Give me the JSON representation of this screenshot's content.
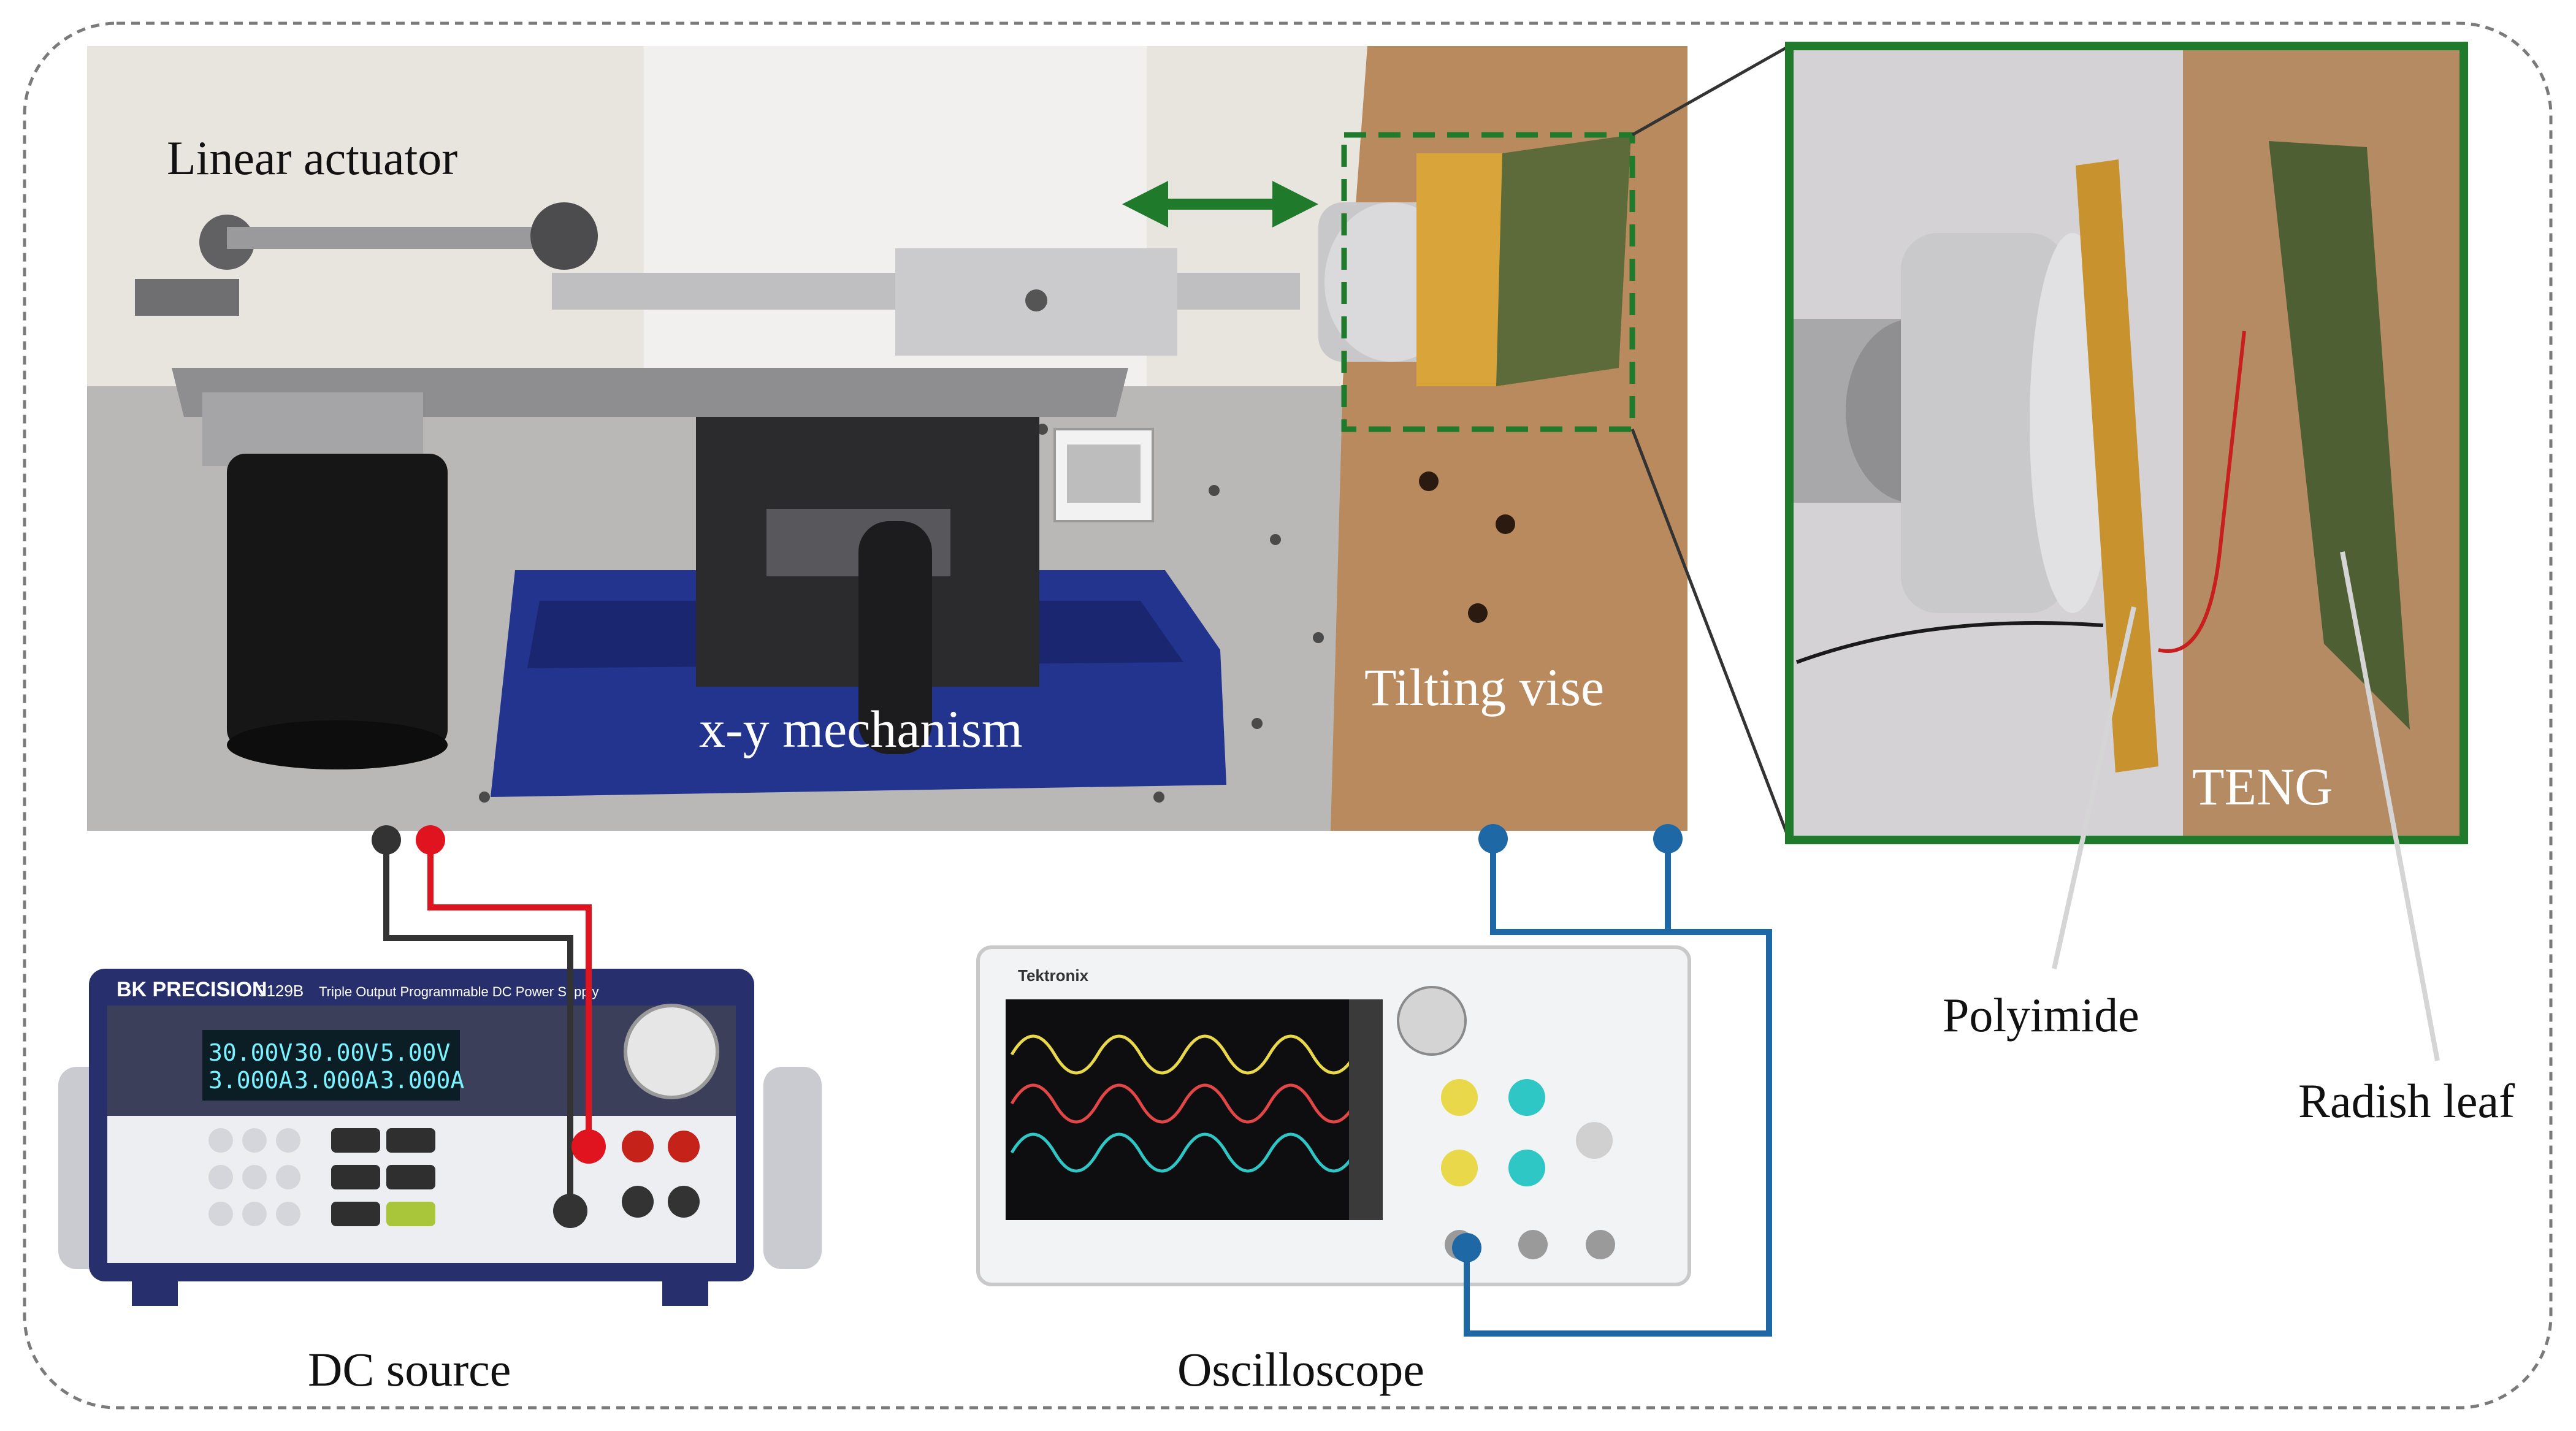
{
  "labels": {
    "linear_actuator": "Linear actuator",
    "xy_mechanism": "x-y mechanism",
    "tilting_vise": "Tilting vise",
    "teng": "TENG",
    "polyimide": "Polyimide",
    "radish_leaf": "Radish leaf",
    "dc_source": "DC source",
    "oscilloscope": "Oscilloscope"
  },
  "device_text": {
    "psu_brand": "BK PRECISION",
    "psu_model": "9129B",
    "psu_description": "Triple Output Programmable DC Power Supply",
    "psu_readout_volts": [
      "30.00V",
      "30.00V",
      "5.00V"
    ],
    "psu_readout_amps": [
      "3.000A",
      "3.000A",
      "3.000A"
    ],
    "scope_brand": "Tektronix"
  },
  "colors": {
    "frame": "#7a7a7a",
    "motion_arrow": "#1f7a2b",
    "zoom_box": "#1f7a2b",
    "wire_black": "#333333",
    "wire_red": "#e0141e",
    "wire_blue": "#1f68a6",
    "pointer": "#cfcfcf"
  }
}
